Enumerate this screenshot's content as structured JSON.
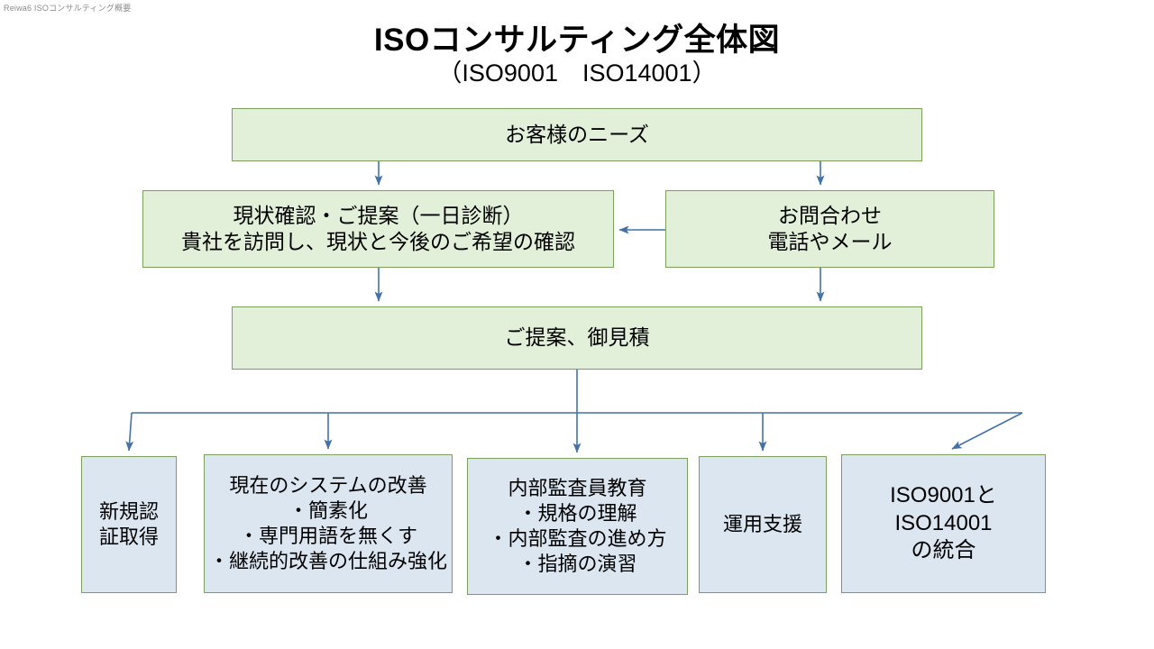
{
  "header_note": "Reiwa6 ISOコンサルティング概要",
  "title": "ISOコンサルティング全体図",
  "subtitle": "（ISO9001　ISO14001）",
  "colors": {
    "green_fill": "#e2efd9",
    "green_border": "#7ba05b",
    "blue_fill": "#dce6f1",
    "connector": "#4472a8",
    "text": "#000000",
    "background": "#ffffff"
  },
  "nodes": {
    "needs": "お客様のニーズ",
    "assessment": "現状確認・ご提案（一日診断）\n貴社を訪問し、現状と今後のご希望の確認",
    "inquiry": "お問合わせ\n電話やメール",
    "proposal": "ご提案、御見積",
    "new_cert": "新規認\n証取得",
    "improve": "現在のシステムの改善\n・簡素化\n・専門用語を無くす\n・継続的改善の仕組み強化",
    "audit_training": "内部監査員教育\n・規格の理解\n・内部監査の進め方\n・指摘の演習",
    "operation": "運用支援",
    "integration": "ISO9001と\nISO14001\nの統合"
  },
  "connectors": [
    {
      "name": "needs-to-assessment",
      "type": "arrow-down"
    },
    {
      "name": "needs-to-inquiry",
      "type": "arrow-down"
    },
    {
      "name": "inquiry-to-assessment",
      "type": "arrow-left"
    },
    {
      "name": "assessment-to-proposal",
      "type": "arrow-down"
    },
    {
      "name": "inquiry-to-proposal",
      "type": "arrow-down"
    },
    {
      "name": "proposal-to-new-cert",
      "type": "elbow-arrow"
    },
    {
      "name": "proposal-to-improve",
      "type": "elbow-arrow"
    },
    {
      "name": "proposal-to-audit-training",
      "type": "elbow-arrow"
    },
    {
      "name": "proposal-to-operation",
      "type": "elbow-arrow"
    },
    {
      "name": "proposal-to-integration",
      "type": "elbow-arrow"
    }
  ]
}
